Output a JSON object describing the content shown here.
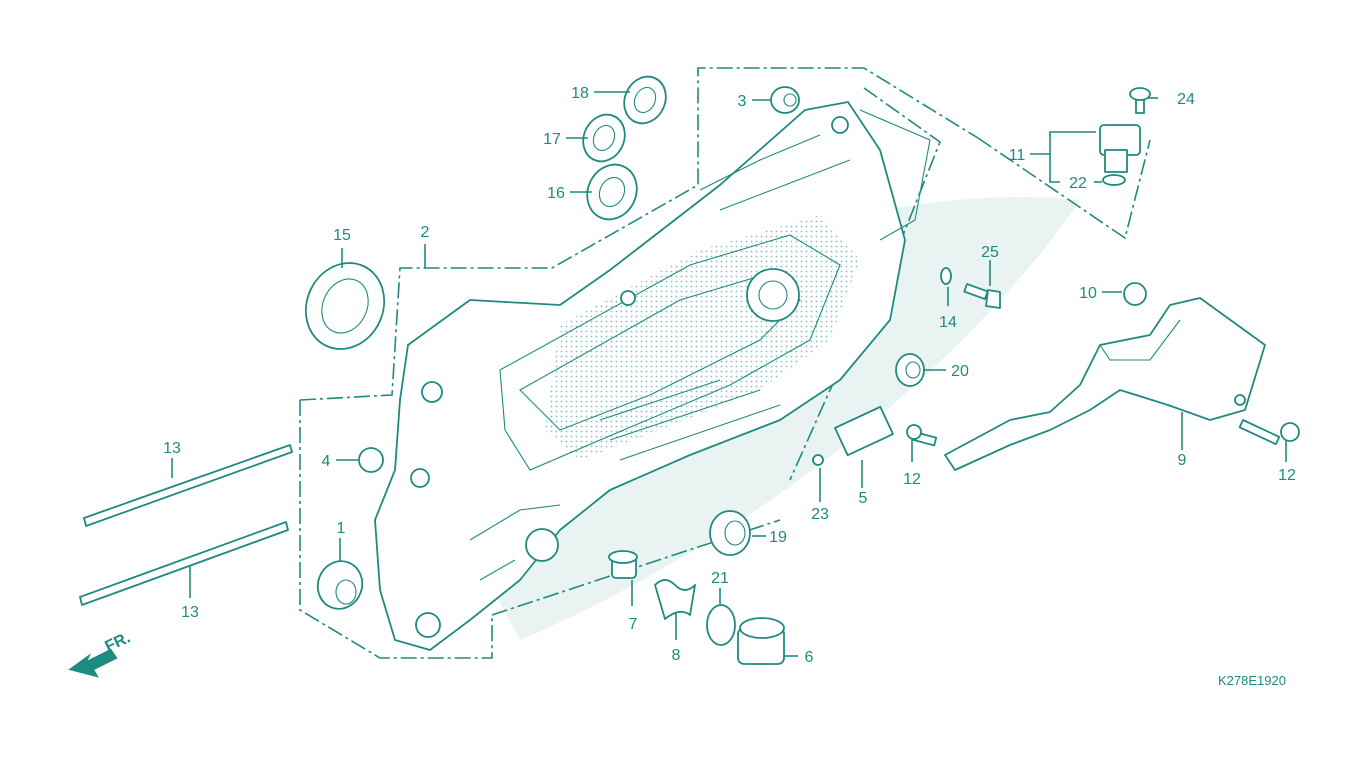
{
  "diagram": {
    "drawing_code": "K278E1920",
    "direction_label": "FR.",
    "callouts": [
      "1",
      "2",
      "3",
      "4",
      "5",
      "6",
      "7",
      "8",
      "9",
      "10",
      "11",
      "12",
      "12",
      "13",
      "13",
      "14",
      "15",
      "16",
      "17",
      "18",
      "19",
      "20",
      "21",
      "22",
      "23",
      "24",
      "25"
    ]
  },
  "colors": {
    "line": "#1f8a80",
    "shade": "#e4f4f1",
    "background": "#ffffff"
  },
  "icons": [
    "front-direction-arrow-icon"
  ]
}
